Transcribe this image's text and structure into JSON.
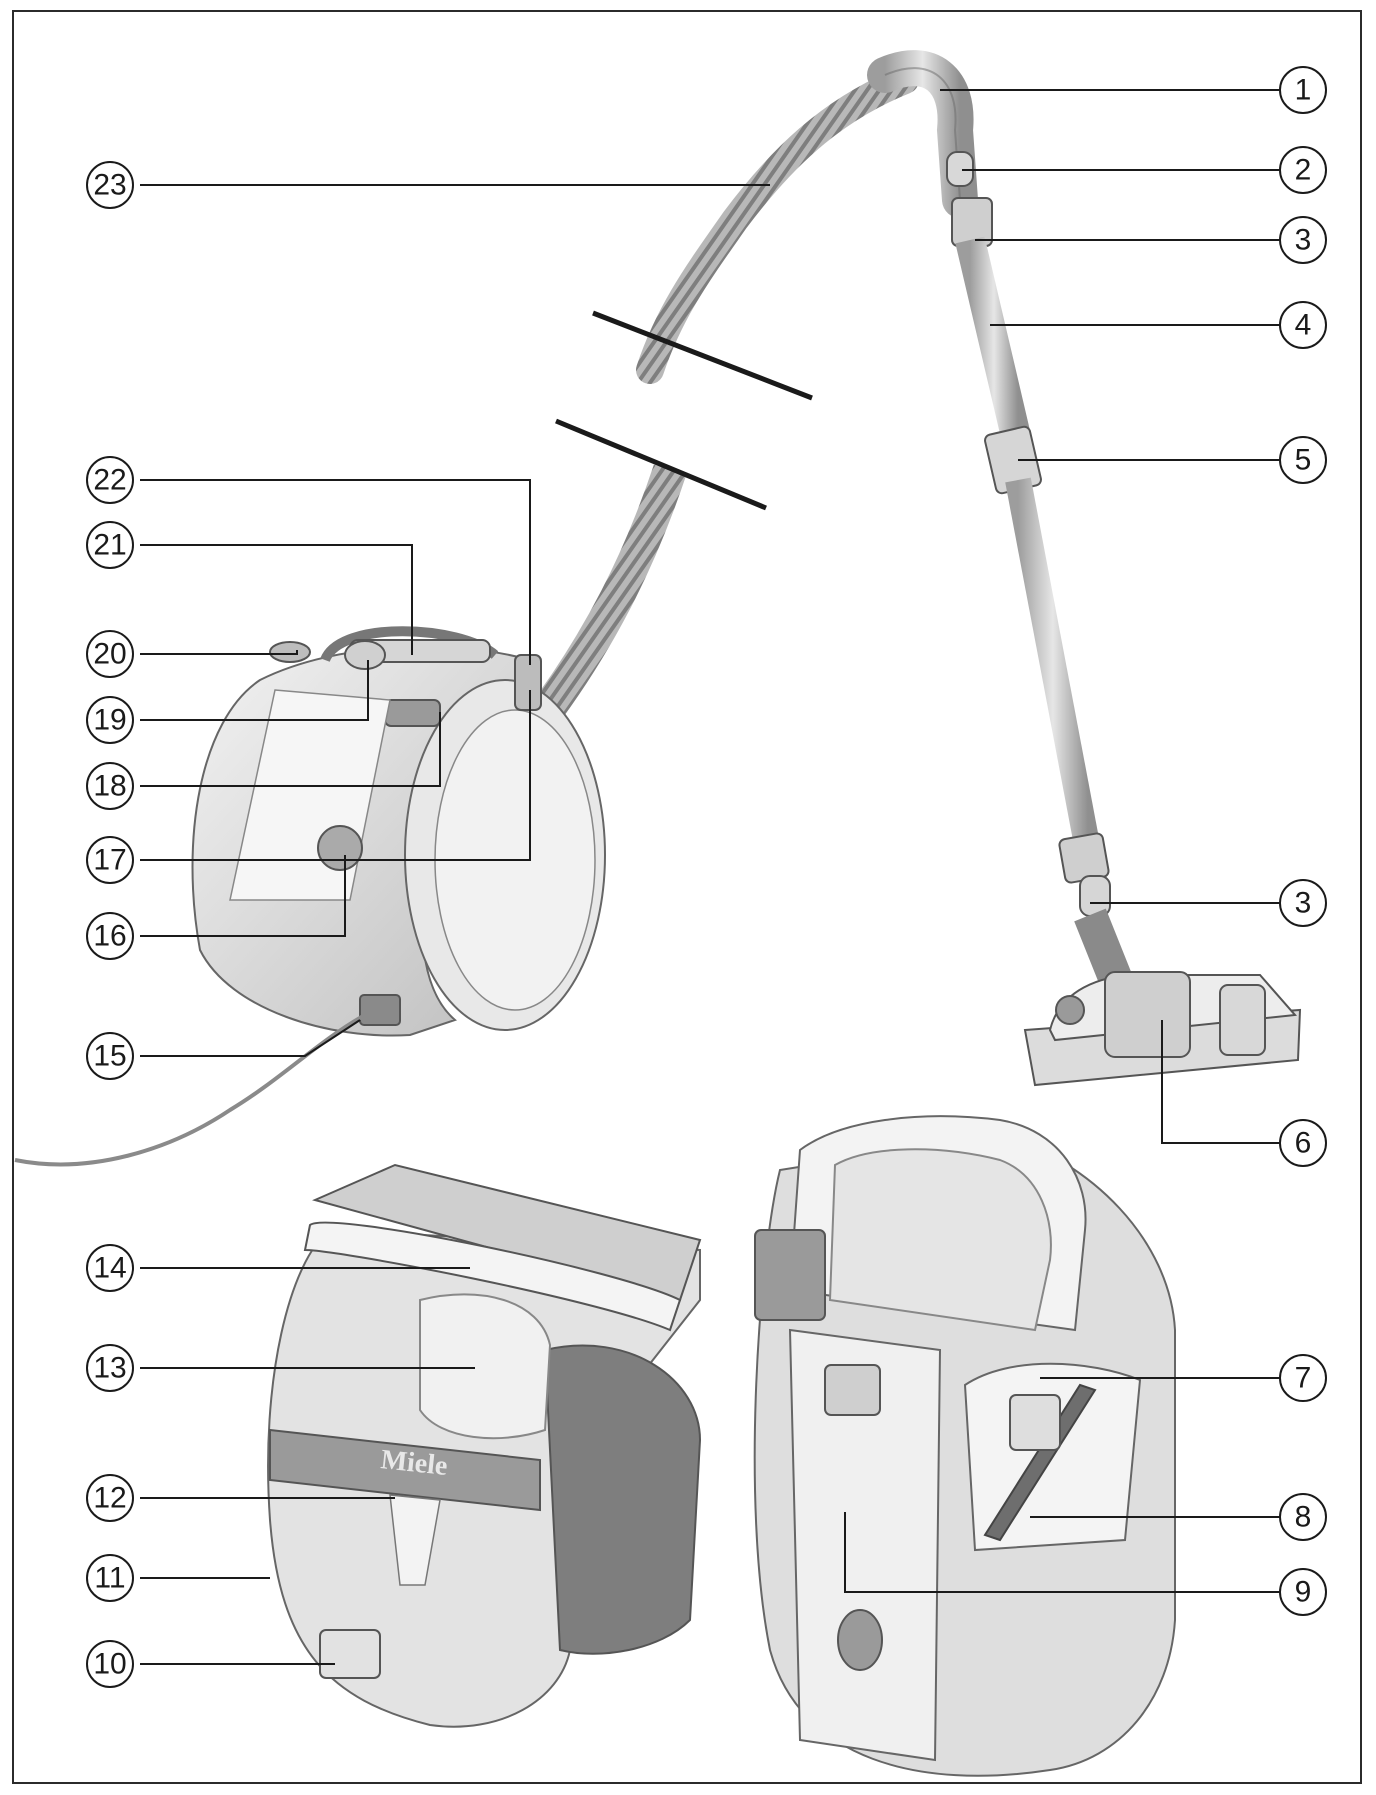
{
  "colors": {
    "line": "#1a1a1a",
    "body_light": "#ececec",
    "body_mid": "#cfcfcf",
    "body_dark": "#8a8a8a",
    "hose": "#9a9a9a"
  },
  "brand_label": "Miele",
  "callouts": [
    {
      "id": "c1",
      "label": "1"
    },
    {
      "id": "c2",
      "label": "2"
    },
    {
      "id": "c3a",
      "label": "3"
    },
    {
      "id": "c4",
      "label": "4"
    },
    {
      "id": "c5",
      "label": "5"
    },
    {
      "id": "c3b",
      "label": "3"
    },
    {
      "id": "c6",
      "label": "6"
    },
    {
      "id": "c7",
      "label": "7"
    },
    {
      "id": "c8",
      "label": "8"
    },
    {
      "id": "c9",
      "label": "9"
    },
    {
      "id": "c10",
      "label": "10"
    },
    {
      "id": "c11",
      "label": "11"
    },
    {
      "id": "c12",
      "label": "12"
    },
    {
      "id": "c13",
      "label": "13"
    },
    {
      "id": "c14",
      "label": "14"
    },
    {
      "id": "c15",
      "label": "15"
    },
    {
      "id": "c16",
      "label": "16"
    },
    {
      "id": "c17",
      "label": "17"
    },
    {
      "id": "c18",
      "label": "18"
    },
    {
      "id": "c19",
      "label": "19"
    },
    {
      "id": "c20",
      "label": "20"
    },
    {
      "id": "c21",
      "label": "21"
    },
    {
      "id": "c22",
      "label": "22"
    },
    {
      "id": "c23",
      "label": "23"
    }
  ]
}
